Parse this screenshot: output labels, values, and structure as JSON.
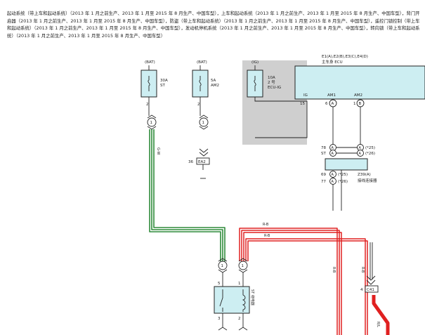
{
  "header": {
    "text": "起动系统（带上车和起动系统）（2013 年 1 月之前生产、2013 年 1 月至 2015 年 8 月生产、中国车型），上车和起动系统（2013 年 1 月之前生产、2013 年 1 月至 2015 年 8 月生产、中国车型），背门开启器（2013 年 1 月之前生产、2013 年 1 月至 2015 年 8 月生产、中国车型），防盗（带上车和起动系统）（2013 年 1 月之前生产、2013 年 1 月至 2015 年 8 月生产、中国车型），遥控门锁控制（带上车和起动系统）（2013 年 1 月之前生产、2013 年 1 月至 2015 年 8 月生产、中国车型），发动机停机系统（2013 年 1 月之前生产、2013 年 1 月至 2015 年 8 月生产、中国车型），转向锁（带上车和起动系统）（2013 年 1 月之前生产、2013 年 1 月至 2015 年 8 月生产、中国车型）"
  },
  "fuses": [
    {
      "source": "(BAT)",
      "amp": "30A",
      "name": "ST",
      "pin": "2",
      "conn": "1"
    },
    {
      "source": "(BAT)",
      "amp": "5A",
      "name": "AM2",
      "pin": "2",
      "conn": "1"
    },
    {
      "source": "(IG)",
      "amp": "10A",
      "name": "2 号",
      "name2": "ECU-IG"
    }
  ],
  "ecu": {
    "connectors": "E1(A),E2(B),E3(C),E4(D)",
    "name": "主车身 ECU",
    "pins": [
      "IG",
      "AM1",
      "AM2"
    ],
    "ig_pin": "15",
    "am1_pin": "6",
    "am1_conn": "A",
    "am2_pin": "1",
    "am2_conn": "B"
  },
  "junction": {
    "ref": "Z39(A)",
    "name": "接线连接器",
    "rows": [
      {
        "pin": "78",
        "conn": "A",
        "tag": "(*25)"
      },
      {
        "pin": "ST",
        "conn": "A",
        "tag": "(*26)"
      },
      {
        "pin": "69",
        "conn": "A",
        "tag": "(*25)"
      },
      {
        "pin": "77",
        "conn": "A",
        "tag": "(*26)"
      }
    ]
  },
  "splice": {
    "pin": "36",
    "code": "EA2"
  },
  "relay": {
    "name": "ST 继电器",
    "pins": [
      "5",
      "1",
      "3",
      "2"
    ],
    "conns": [
      "1",
      "1"
    ]
  },
  "wires": {
    "green_label": "G-W",
    "red_label_1": "R-B",
    "red_label_2": "R-B",
    "side_label_1": "R-B",
    "side_label_2": "R-B",
    "right_label": "R/L"
  },
  "right_conn": {
    "pin": "4",
    "code": "C41"
  },
  "colors": {
    "ecu_fill": "#cdeef2",
    "shade": "#cfcfcf",
    "wire_green": "#2e8b3a",
    "wire_red": "#e02020"
  }
}
